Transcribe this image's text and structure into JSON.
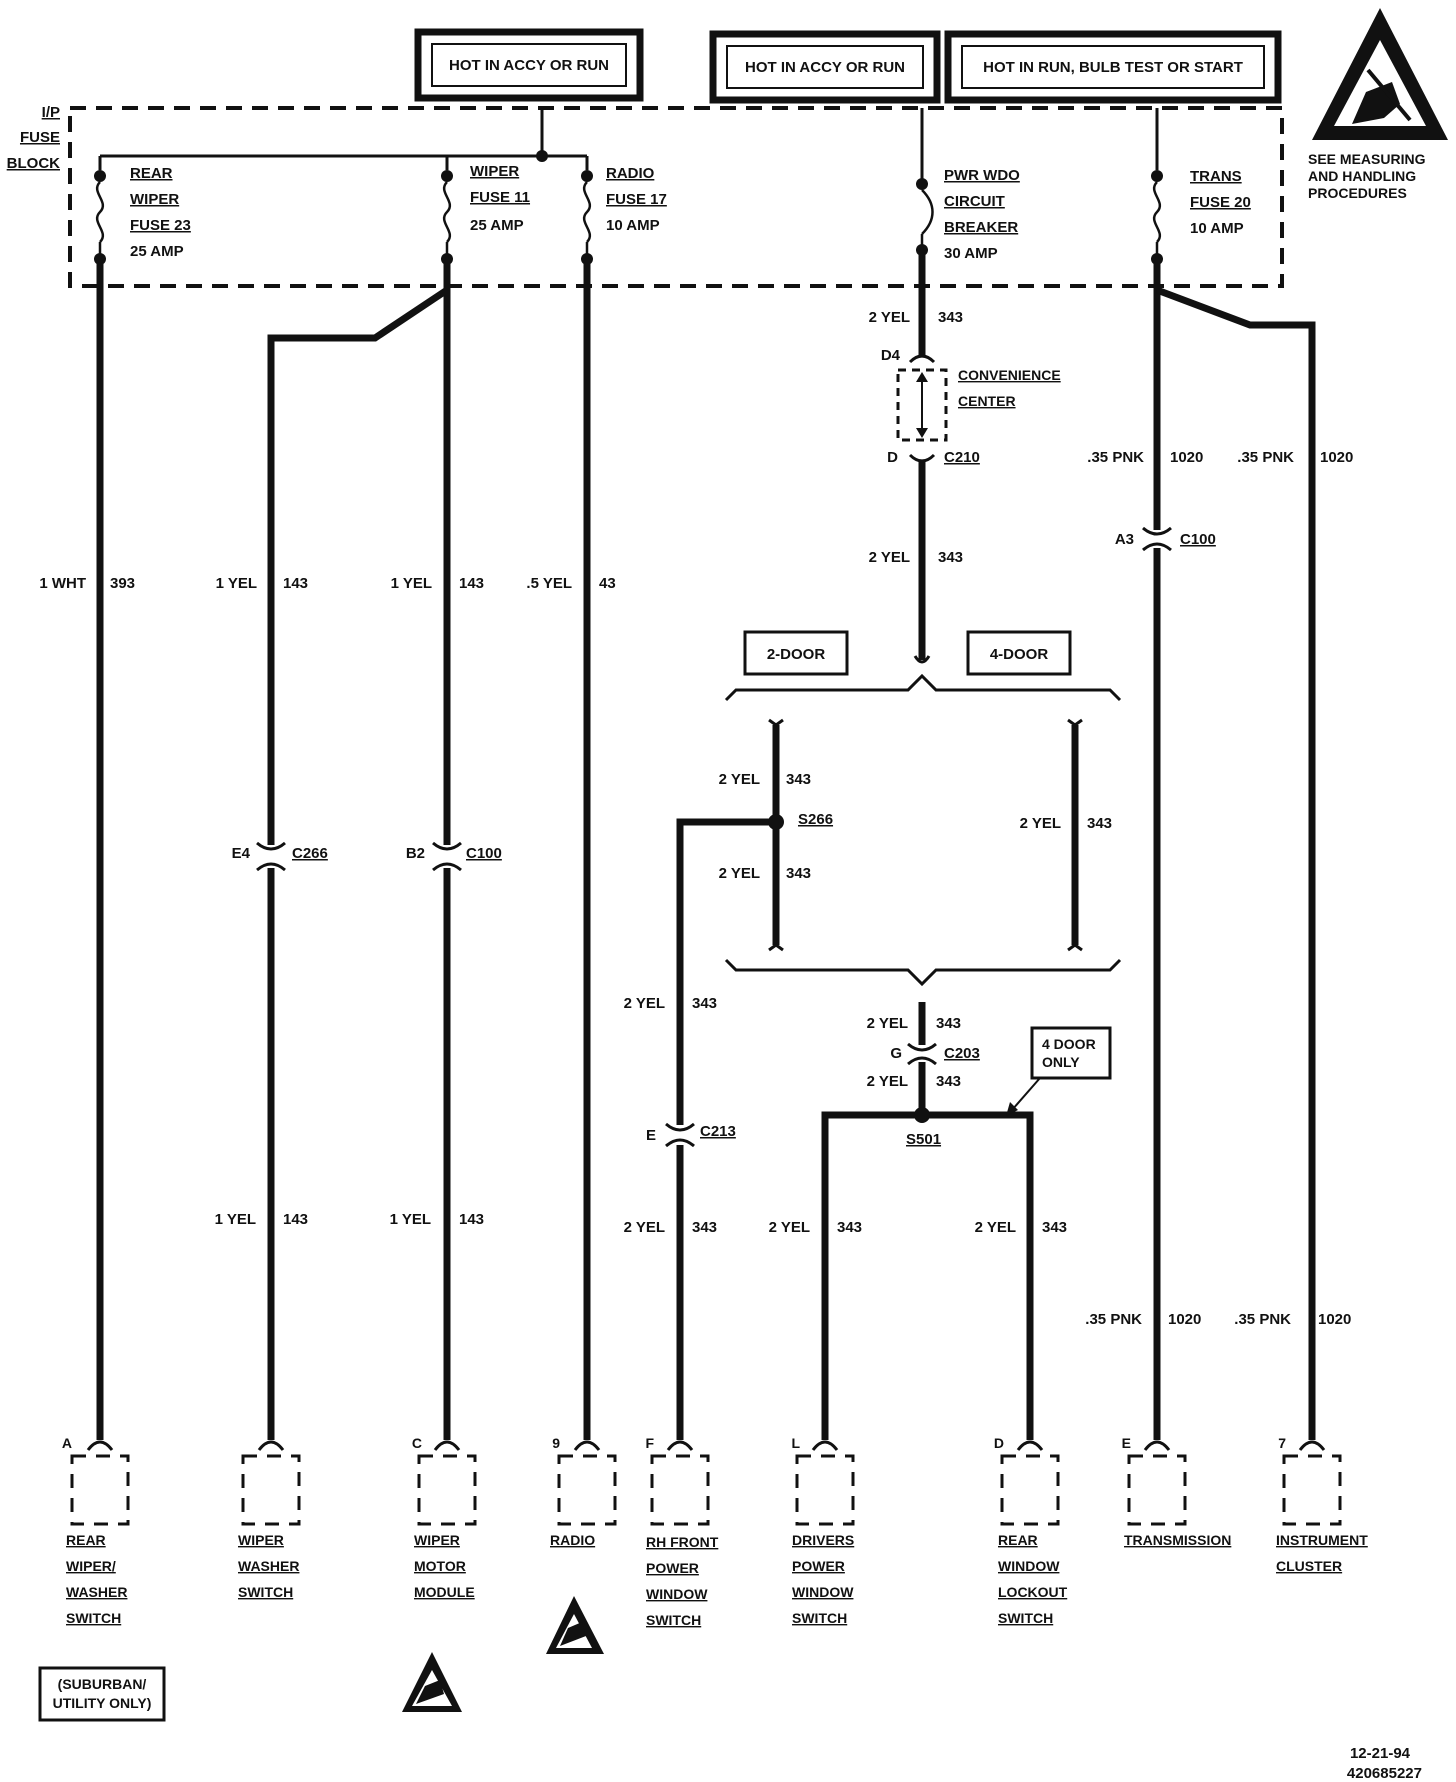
{
  "headers": {
    "left": "HOT IN ACCY OR RUN",
    "middle": "HOT IN ACCY OR RUN",
    "right": "HOT IN RUN, BULB TEST OR START"
  },
  "fuse_block_label": [
    "I/P",
    "FUSE",
    "BLOCK"
  ],
  "esd_note": [
    "SEE MEASURING",
    "AND HANDLING",
    "PROCEDURES"
  ],
  "fuses": {
    "rear_wiper": [
      "REAR",
      "WIPER",
      "FUSE 23",
      "25 AMP"
    ],
    "wiper": [
      "WIPER",
      "FUSE 11",
      "25 AMP"
    ],
    "radio": [
      "RADIO",
      "FUSE 17",
      "10 AMP"
    ],
    "pwr_wdo": [
      "PWR WDO",
      "CIRCUIT",
      "BREAKER",
      "30 AMP"
    ],
    "trans": [
      "TRANS",
      "FUSE 20",
      "10 AMP"
    ]
  },
  "wires": {
    "w393": {
      "size": "1 WHT",
      "circuit": "393"
    },
    "w143a": {
      "size": "1 YEL",
      "circuit": "143"
    },
    "w143b": {
      "size": "1 YEL",
      "circuit": "143"
    },
    "w43": {
      "size": ".5 YEL",
      "circuit": "43"
    },
    "w343_top": {
      "size": "2 YEL",
      "circuit": "343"
    },
    "w343_mid": {
      "size": "2 YEL",
      "circuit": "343"
    },
    "w343_2d_top": {
      "size": "2 YEL",
      "circuit": "343"
    },
    "w343_2d_bot": {
      "size": "2 YEL",
      "circuit": "343"
    },
    "w343_4d": {
      "size": "2 YEL",
      "circuit": "343"
    },
    "w343_rh_up": {
      "size": "2 YEL",
      "circuit": "343"
    },
    "w343_rh_low": {
      "size": "2 YEL",
      "circuit": "343"
    },
    "w343_c203_top": {
      "size": "2 YEL",
      "circuit": "343"
    },
    "w343_c203_bot": {
      "size": "2 YEL",
      "circuit": "343"
    },
    "w343_drv": {
      "size": "2 YEL",
      "circuit": "343"
    },
    "w343_rear": {
      "size": "2 YEL",
      "circuit": "343"
    },
    "w143a_low": {
      "size": "1 YEL",
      "circuit": "143"
    },
    "w143b_low": {
      "size": "1 YEL",
      "circuit": "143"
    },
    "w1020a_top": {
      "size": ".35 PNK",
      "circuit": "1020"
    },
    "w1020b_top": {
      "size": ".35 PNK",
      "circuit": "1020"
    },
    "w1020a_low": {
      "size": ".35 PNK",
      "circuit": "1020"
    },
    "w1020b_low": {
      "size": ".35 PNK",
      "circuit": "1020"
    }
  },
  "connectors": {
    "d4": {
      "pin": "D4"
    },
    "conv_center": [
      "CONVENIENCE",
      "CENTER"
    ],
    "c210": {
      "pin": "D",
      "name": "C210"
    },
    "c100a": {
      "pin": "A3",
      "name": "C100"
    },
    "c266": {
      "pin": "E4",
      "name": "C266"
    },
    "c100b": {
      "pin": "B2",
      "name": "C100"
    },
    "c213": {
      "pin": "E",
      "name": "C213"
    },
    "c203": {
      "pin": "G",
      "name": "C203"
    }
  },
  "splices": {
    "s266": "S266",
    "s501": "S501"
  },
  "options": {
    "two_door": "2-DOOR",
    "four_door": "4-DOOR",
    "four_door_only": [
      "4 DOOR",
      "ONLY"
    ]
  },
  "components": [
    {
      "pin": "A",
      "label": [
        "REAR",
        "WIPER/",
        "WASHER",
        "SWITCH"
      ]
    },
    {
      "pin": "",
      "label": [
        "WIPER",
        "WASHER",
        "SWITCH"
      ]
    },
    {
      "pin": "C",
      "label": [
        "WIPER",
        "MOTOR",
        "MODULE"
      ]
    },
    {
      "pin": "9",
      "label": [
        "RADIO"
      ]
    },
    {
      "pin": "F",
      "label": [
        "RH FRONT",
        "POWER",
        "WINDOW",
        "SWITCH"
      ]
    },
    {
      "pin": "L",
      "label": [
        "DRIVERS",
        "POWER",
        "WINDOW",
        "SWITCH"
      ]
    },
    {
      "pin": "D",
      "label": [
        "REAR",
        "WINDOW",
        "LOCKOUT",
        "SWITCH"
      ]
    },
    {
      "pin": "E",
      "label": [
        "TRANSMISSION"
      ]
    },
    {
      "pin": "7",
      "label": [
        "INSTRUMENT",
        "CLUSTER"
      ]
    }
  ],
  "suburban_note": [
    "(SUBURBAN/",
    "UTILITY ONLY)"
  ],
  "footer": {
    "date": "12-21-94",
    "code": "420685227"
  }
}
